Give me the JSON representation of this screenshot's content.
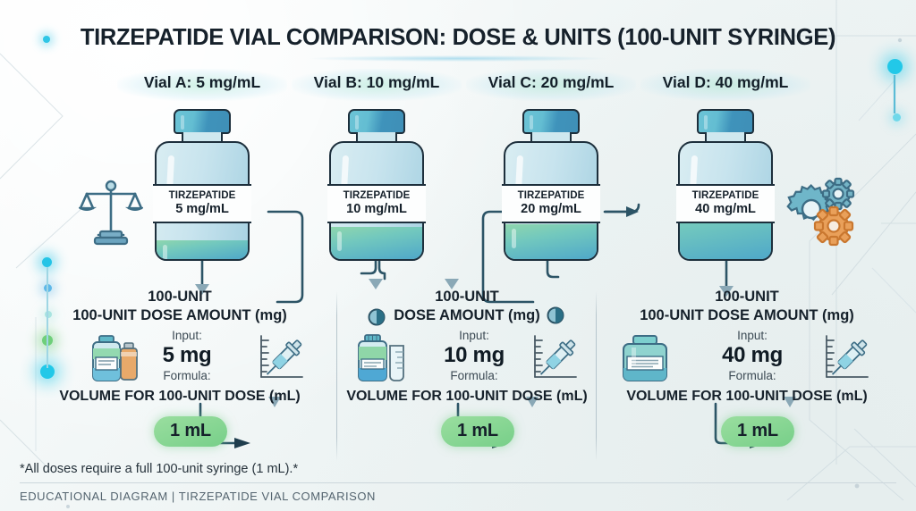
{
  "header": {
    "title": "TIRZEPATIDE VIAL COMPARISON: DOSE & UNITS (100-UNIT SYRINGE)"
  },
  "vials": [
    {
      "title": "Vial A: 5 mg/mL",
      "label_name": "TIRZEPATIDE",
      "label_conc": "5 mg/mL",
      "fill_pct": 16
    },
    {
      "title": "Vial B: 10 mg/mL",
      "label_name": "TIRZEPATIDE",
      "label_conc": "10 mg/mL",
      "fill_pct": 28
    },
    {
      "title": "Vial C: 20 mg/mL",
      "label_name": "TIRZEPATIDE",
      "label_conc": "20 mg/mL",
      "fill_pct": 30
    },
    {
      "title": "Vial D: 40 mg/mL",
      "label_name": "TIRZEPATIDE",
      "label_conc": "40 mg/mL",
      "fill_pct": 52
    }
  ],
  "panels": [
    {
      "head_line1": "100-UNIT",
      "head_line2": "100-UNIT DOSE AMOUNT (mg)",
      "input_label": "Input:",
      "input_value": "5 mg",
      "formula_label": "Formula:",
      "formula_head": "VOLUME FOR 100-UNIT DOSE (mL)",
      "result": "1 mL",
      "left_icon": "two-vials-icon",
      "right_icon": "syringe-chart-icon"
    },
    {
      "head_line1": "100-UNIT",
      "head_line2": "DOSE AMOUNT (mg)",
      "input_label": "Input:",
      "input_value": "10 mg",
      "formula_label": "Formula:",
      "formula_head": "VOLUME FOR 100-UNIT DOSE (mL)",
      "result": "1 mL",
      "left_icon": "vial-beaker-icon",
      "right_icon": "syringe-chart-icon"
    },
    {
      "head_line1": "100-UNIT",
      "head_line2": "100-UNIT DOSE AMOUNT (mg)",
      "input_label": "Input:",
      "input_value": "40 mg",
      "formula_label": "Formula:",
      "formula_head": "VOLUME FOR 100-UNIT DOSE (mL)",
      "result": "1 mL",
      "left_icon": "jar-icon",
      "right_icon": "syringe-chart-icon"
    }
  ],
  "decor": {
    "left_icon": "balance-scale-icon",
    "right_icon": "gears-icon"
  },
  "footnote": "*All doses require a full 100-unit syringe (1 mL).*",
  "footer": "EDUCATIONAL DIAGRAM | TIRZEPATIDE VIAL COMPARISON",
  "colors": {
    "accent_green": "#77cf89",
    "accent_teal": "#4fa8c9",
    "cap_blue": "#3f93bb",
    "outline": "#1d2f3c",
    "glow_cyan": "#22c8e8"
  }
}
